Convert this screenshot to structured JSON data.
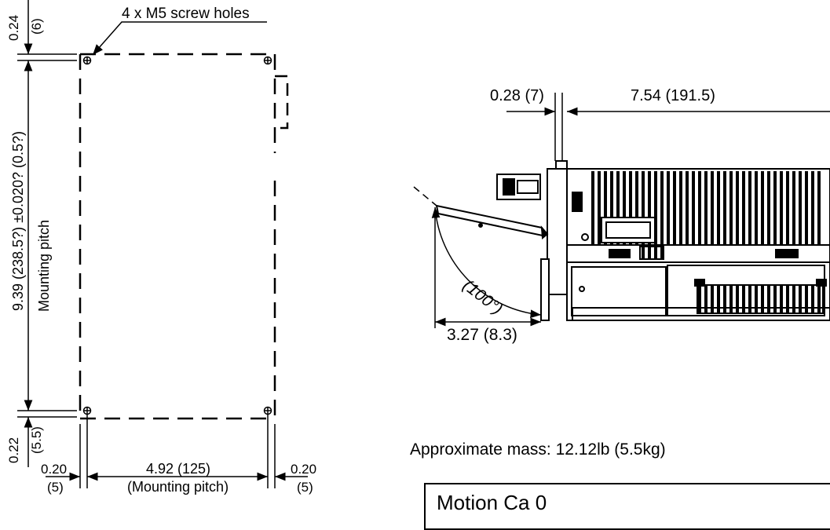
{
  "left_view": {
    "top_offset_inch": "0.24",
    "top_offset_mm": "(6)",
    "screw_holes_label": "4 x M5 screw holes",
    "vertical_pitch_label": "9.39 (238.5?) ±0.020? (0.5?)",
    "vertical_pitch_caption": "Mounting pitch",
    "bottom_offset_inch": "0.22",
    "bottom_offset_mm": "(5.5)",
    "left_margin_inch": "0.20",
    "left_margin_mm": "(5)",
    "horizontal_pitch_label": "4.92 (125)",
    "horizontal_pitch_caption": "(Mounting pitch)",
    "right_margin_inch": "0.20",
    "right_margin_mm": "(5)"
  },
  "side_view": {
    "door_thickness_label": "0.28 (7)",
    "depth_label": "7.54 (191.5)",
    "door_angle_label": "(100°)",
    "door_depth_label": "3.27 (8.3)"
  },
  "mass_label": "Approximate mass:  12.12lb (5.5kg)",
  "bottom_box_label": "Motion                Ca          0"
}
